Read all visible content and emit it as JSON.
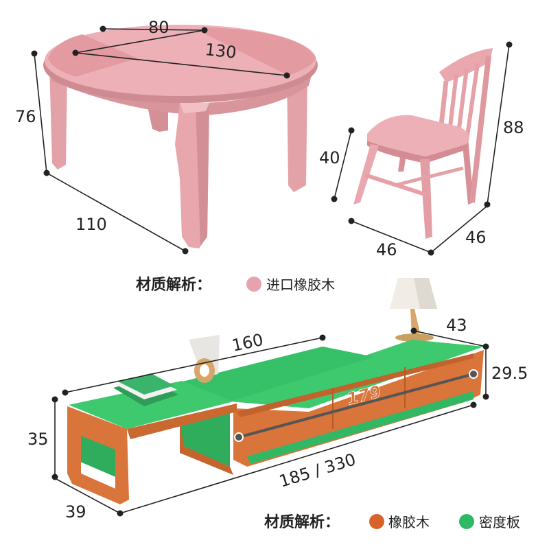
{
  "table_dims": {
    "d1": "80",
    "d2": "130",
    "height": "76",
    "width": "110"
  },
  "chair_dims": {
    "seat_height": "40",
    "height": "88",
    "width": "46",
    "depth": "46"
  },
  "cabinet_dims": {
    "length": "160",
    "span": "179",
    "depth_small": "43",
    "height_small": "29.5",
    "height": "35",
    "extended": "185 / 330",
    "depth": "39"
  },
  "legend_1": {
    "title": "材质解析：",
    "item_label": "进口橡胶木",
    "color": "#e6a3ae"
  },
  "legend_2": {
    "title": "材质解析：",
    "items": [
      {
        "label": "橡胶木",
        "color": "#d9622b"
      },
      {
        "label": "密度板",
        "color": "#2fb866"
      }
    ]
  },
  "colors": {
    "pink": "#e9a9ad",
    "pink_dark": "#c98a90",
    "green": "#35c46a",
    "wood": "#d9783f",
    "wood_dark": "#b85a26",
    "line": "#222222"
  }
}
